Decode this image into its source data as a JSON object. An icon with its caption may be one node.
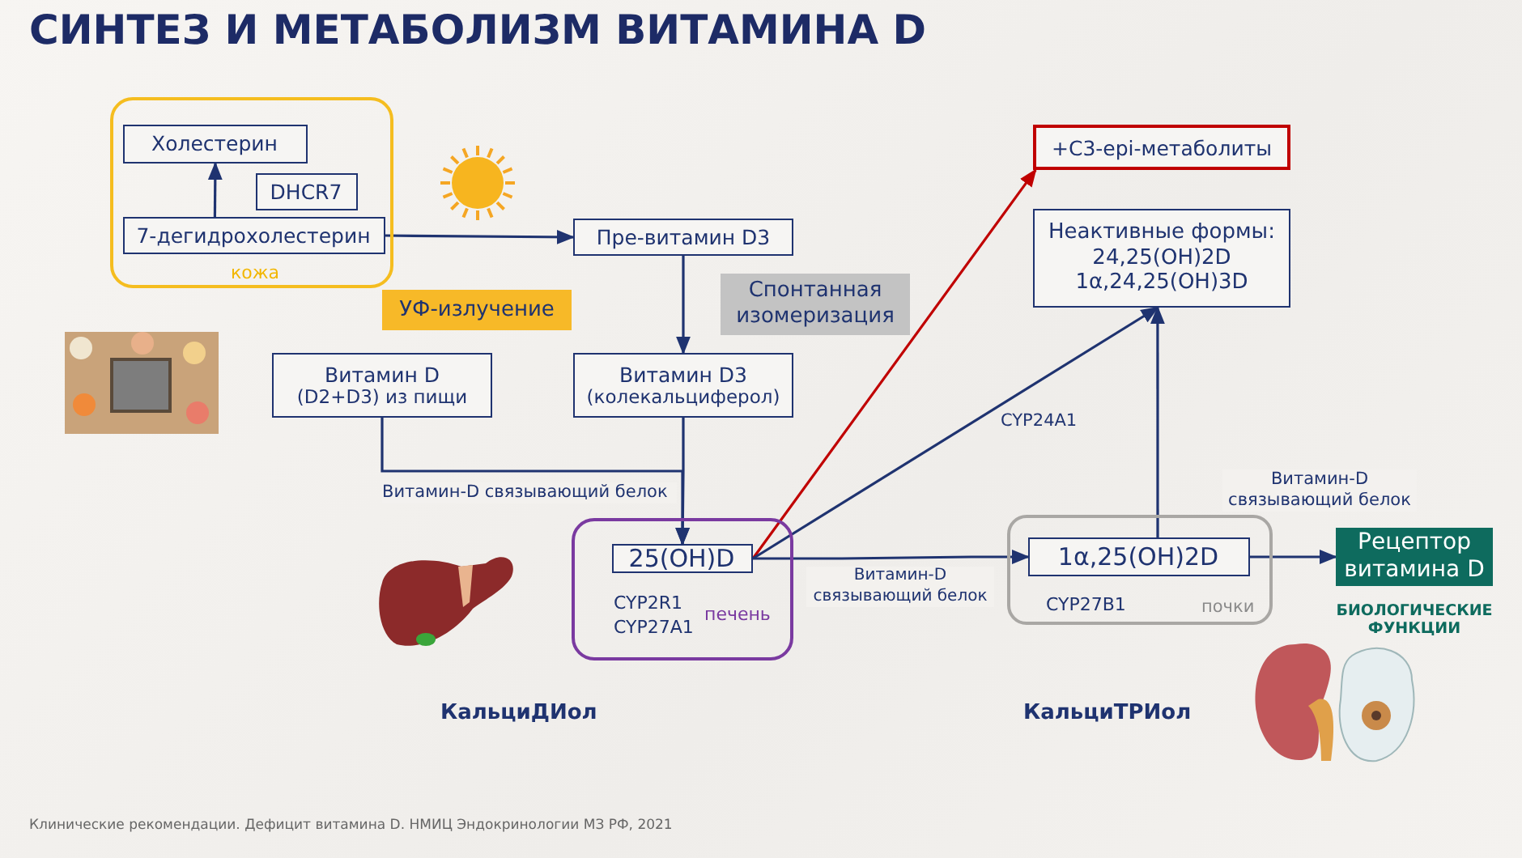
{
  "diagram": {
    "title": "СИНТЕЗ И МЕТАБОЛИЗМ ВИТАМИНА D",
    "caption": "Клинические рекомендации. Дефицит витамина D. НМИЦ Эндокринологии МЗ РФ, 2021",
    "nodes": [
      {
        "text": [
          "кожа"
        ]
      },
      {
        "text": [
          "Холестерин"
        ],
        "in": 0
      },
      {
        "text": [
          "DHCR7"
        ],
        "in": 0
      },
      {
        "text": [
          "7-дегидрохолестерин"
        ],
        "in": 0
      },
      {
        "text": [
          "Пре-витамин D3"
        ]
      },
      {
        "text": [
          "Витамин D3",
          "(колекальциферол)"
        ]
      },
      {
        "text": [
          "Витамин D",
          "(D2+D3) из пищи"
        ]
      },
      {
        "text": [
          "CYP2R1 CYP27A1",
          "печень"
        ]
      },
      {
        "text": [
          "25(OH)D"
        ],
        "in": 7
      },
      {
        "text": [
          "+C3-epi-метаболиты"
        ]
      },
      {
        "text": [
          "Неактивные формы: 24,25(OH)2D 1α,24,25(OH)3D"
        ]
      },
      {
        "text": [
          "CYP27B1",
          "почки"
        ]
      },
      {
        "text": [
          "1α,25(OH)2D"
        ],
        "in": 11
      },
      {
        "text": [
          "Рецептор витамина D"
        ],
        "beside": [
          "БИОЛОГИЧЕСКИЕ ФУНКЦИИ"
        ]
      },
      {
        "text": [
          "УФ-излучение"
        ]
      },
      {
        "text": [
          "Спонтанная изомеризация"
        ]
      }
    ],
    "edges": [
      {
        "from": 3,
        "to": 1,
        "arrow": "to"
      },
      {
        "from": 3,
        "to": 4,
        "arrow": "to"
      },
      {
        "from": 4,
        "to": 5,
        "arrow": "to"
      },
      {
        "from": 6,
        "to": 8,
        "arrow": "to",
        "label": "Витамин-D связывающий белок"
      },
      {
        "from": 5,
        "to": 8,
        "arrow": "to"
      },
      {
        "from": 8,
        "to": 9,
        "arrow": "to",
        "color": "#c00000"
      },
      {
        "from": 8,
        "to": 10,
        "arrow": "to"
      },
      {
        "from": 8,
        "to": 12,
        "arrow": "to",
        "label": "Витамин-D связывающий белок"
      },
      {
        "from": 12,
        "to": 10,
        "arrow": "to"
      },
      {
        "from": 12,
        "to": 13,
        "arrow": "to",
        "label": "Витамин-D связывающий белок"
      }
    ],
    "labels": [
      "CYP24A1",
      "КальциДИол",
      "КальциТРИол"
    ]
  }
}
